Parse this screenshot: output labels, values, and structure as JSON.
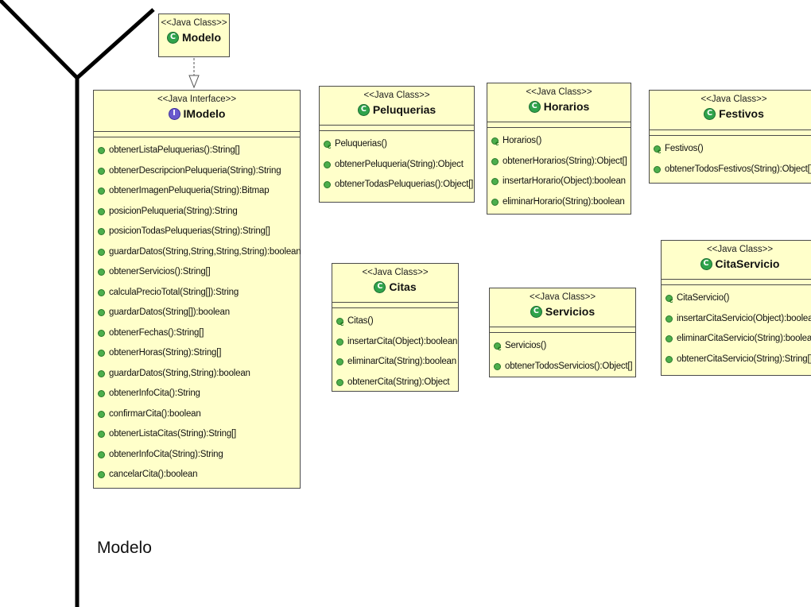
{
  "package": {
    "name": "Modelo"
  },
  "classes": {
    "modelo": {
      "stereotype": "<<Java Class>>",
      "name": "Modelo",
      "kind": "class"
    },
    "imodelo": {
      "stereotype": "<<Java Interface>>",
      "name": "IModelo",
      "kind": "interface",
      "methods": [
        "obtenerListaPeluquerias():String[]",
        "obtenerDescripcionPeluqueria(String):String",
        "obtenerImagenPeluqueria(String):Bitmap",
        "posicionPeluqueria(String):String",
        "posicionTodasPeluquerias(String):String[]",
        "guardarDatos(String,String,String,String):boolean",
        "obtenerServicios():String[]",
        "calculaPrecioTotal(String[]):String",
        "guardarDatos(String[]):boolean",
        "obtenerFechas():String[]",
        "obtenerHoras(String):String[]",
        "guardarDatos(String,String):boolean",
        "obtenerInfoCita():String",
        "confirmarCita():boolean",
        "obtenerListaCitas(String):String[]",
        "obtenerInfoCita(String):String",
        "cancelarCita():boolean"
      ]
    },
    "peluquerias": {
      "stereotype": "<<Java Class>>",
      "name": "Peluquerias",
      "kind": "class",
      "constructor": "Peluquerias()",
      "methods": [
        "obtenerPeluqueria(String):Object",
        "obtenerTodasPeluquerias():Object[]"
      ]
    },
    "horarios": {
      "stereotype": "<<Java Class>>",
      "name": "Horarios",
      "kind": "class",
      "constructor": "Horarios()",
      "methods": [
        "obtenerHorarios(String):Object[]",
        "insertarHorario(Object):boolean",
        "eliminarHorario(String):boolean"
      ]
    },
    "festivos": {
      "stereotype": "<<Java Class>>",
      "name": "Festivos",
      "kind": "class",
      "constructor": "Festivos()",
      "methods": [
        "obtenerTodosFestivos(String):Object[]"
      ]
    },
    "citas": {
      "stereotype": "<<Java Class>>",
      "name": "Citas",
      "kind": "class",
      "constructor": "Citas()",
      "methods": [
        "insertarCita(Object):boolean",
        "eliminarCita(String):boolean",
        "obtenerCita(String):Object"
      ]
    },
    "servicios": {
      "stereotype": "<<Java Class>>",
      "name": "Servicios",
      "kind": "class",
      "constructor": "Servicios()",
      "methods": [
        "obtenerTodosServicios():Object[]"
      ]
    },
    "citaservicio": {
      "stereotype": "<<Java Class>>",
      "name": "CitaServicio",
      "kind": "class",
      "constructor": "CitaServicio()",
      "methods": [
        "insertarCitaServicio(Object):boolean",
        "eliminarCitaServicio(String):boolean",
        "obtenerCitaServicio(String):String[]"
      ]
    }
  },
  "colors": {
    "box_fill": "#ffffca",
    "border": "#4a4a4a",
    "method_icon": "#4cae4c",
    "class_icon": "#2fa34b",
    "interface_icon": "#6a5acd"
  },
  "relations": [
    {
      "from": "Modelo",
      "to": "IModelo",
      "type": "realization"
    }
  ]
}
